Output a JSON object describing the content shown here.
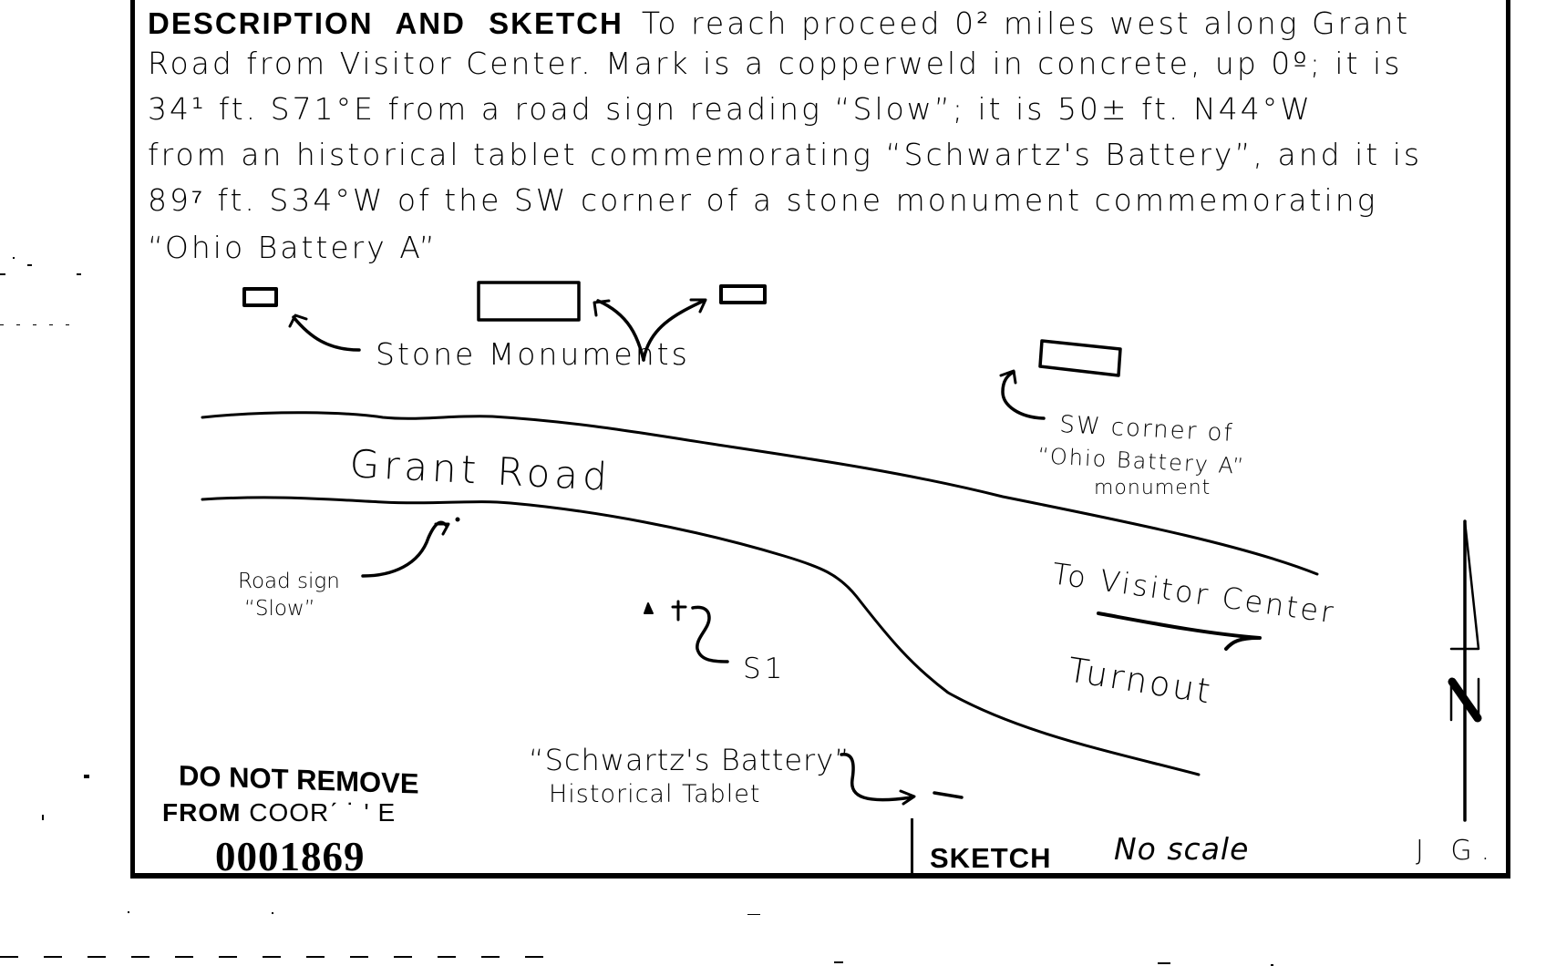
{
  "document": {
    "type": "survey mark description card",
    "heading": "DESCRIPTION AND SKETCH",
    "description_lines": [
      "To reach proceed 0² miles west along Grant",
      "Road from Visitor Center. Mark is a copperweld in concrete, up 0º; it is",
      "34¹ ft. S71°E from a road sign reading “Slow”; it is 50± ft. N44°W",
      "from an historical tablet commemorating “Schwartz's Battery”, and it is",
      "89⁷ ft. S34°W of the SW corner of a stone monument commemorating",
      "“Ohio Battery A”"
    ]
  },
  "sketch": {
    "labels": {
      "stone_monuments": "Stone Monuments",
      "sw_corner_line1": "SW corner of",
      "sw_corner_line2": "“Ohio Battery A”",
      "sw_corner_line3": "monument",
      "road_name": "Grant Road",
      "road_sign_line1": "Road sign",
      "road_sign_line2": "“Slow”",
      "station": "S1",
      "to_visitor_center": "To Visitor Center",
      "turnout": "Turnout",
      "tablet_line1": "“Schwartz's Battery”",
      "tablet_line2": "Historical Tablet"
    },
    "north_arrow": "north-arrow"
  },
  "footer": {
    "sketch_label": "SKETCH",
    "scale_note": "No scale",
    "initials": "J G.",
    "stamp_line1": "DO NOT REMOVE",
    "stamp_line2_bold": "FROM",
    "stamp_line2_rest": " COORˊ       ˙ ' E",
    "stamp_number": "0001869"
  }
}
